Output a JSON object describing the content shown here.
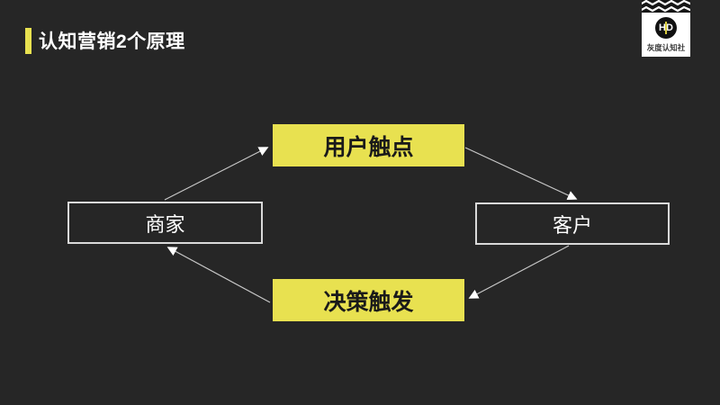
{
  "slide": {
    "title": "认知营销2个原理",
    "background_color": "#262626",
    "accent_color": "#e8e150"
  },
  "logo": {
    "monogram": "HD",
    "name": "灰度认知社"
  },
  "diagram": {
    "nodes": {
      "top": {
        "label": "用户触点",
        "style": "highlight",
        "fill": "#e8e150",
        "text_color": "#1a1a1a"
      },
      "left": {
        "label": "商家",
        "style": "outline",
        "border": "#d9d9d9",
        "text_color": "#ffffff"
      },
      "right": {
        "label": "客户",
        "style": "outline",
        "border": "#d9d9d9",
        "text_color": "#ffffff"
      },
      "bottom": {
        "label": "决策触发",
        "style": "highlight",
        "fill": "#e8e150",
        "text_color": "#1a1a1a"
      }
    },
    "edges": [
      {
        "from": "商家",
        "to": "用户触点"
      },
      {
        "from": "用户触点",
        "to": "客户"
      },
      {
        "from": "客户",
        "to": "决策触发"
      },
      {
        "from": "决策触发",
        "to": "商家"
      }
    ],
    "arrow_color": "#c8c8c8"
  }
}
